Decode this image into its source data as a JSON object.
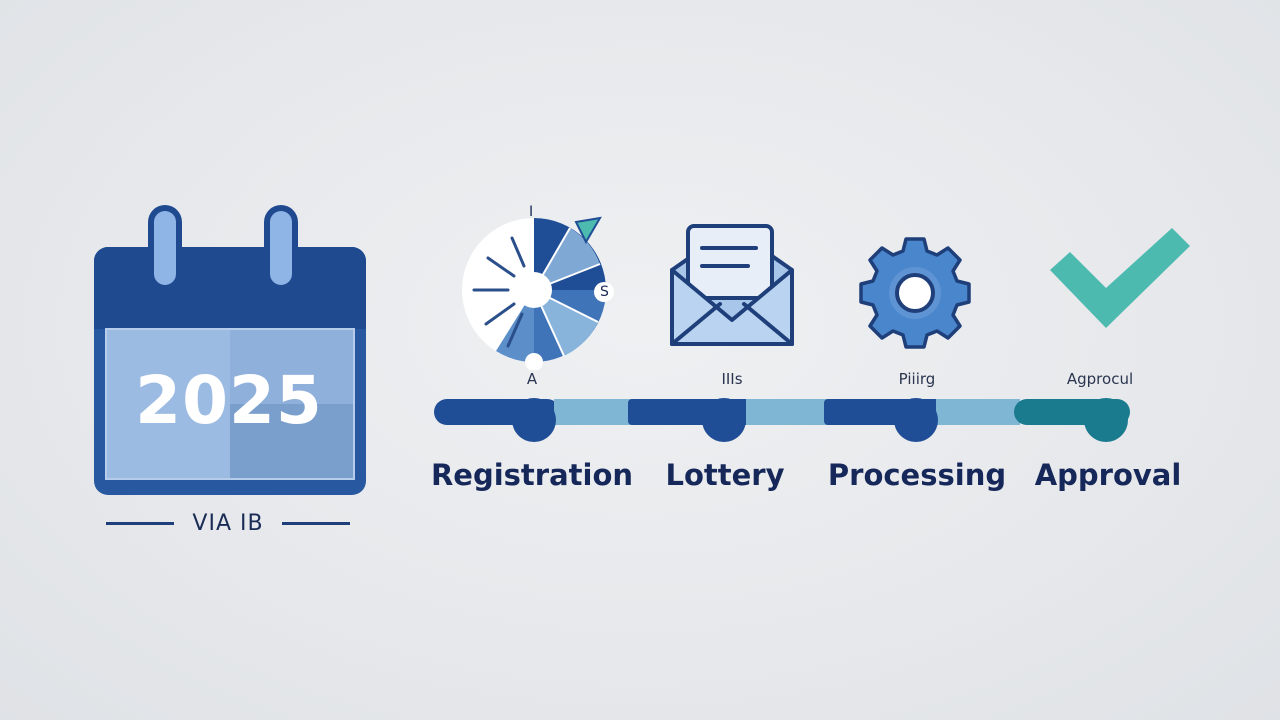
{
  "calendar": {
    "year": "2025",
    "caption": "VIA IB",
    "icon": "calendar-icon"
  },
  "stages": [
    {
      "label": "Registration",
      "sublabel": "A",
      "icon": "spinning-wheel-icon"
    },
    {
      "label": "Lottery",
      "sublabel": "IIIs",
      "icon": "envelope-letter-icon"
    },
    {
      "label": "Processing",
      "sublabel": "Piiirg",
      "icon": "gear-icon"
    },
    {
      "label": "Approval",
      "sublabel": "Agprocul",
      "icon": "checkmark-icon"
    }
  ],
  "wheel_marks": {
    "top": "I",
    "right": "S"
  },
  "colors": {
    "dark_blue": "#1f4e96",
    "light_blue": "#7fb6d4",
    "teal": "#1a7a8e",
    "check_teal": "#4dbab0",
    "text_navy": "#16285a"
  }
}
